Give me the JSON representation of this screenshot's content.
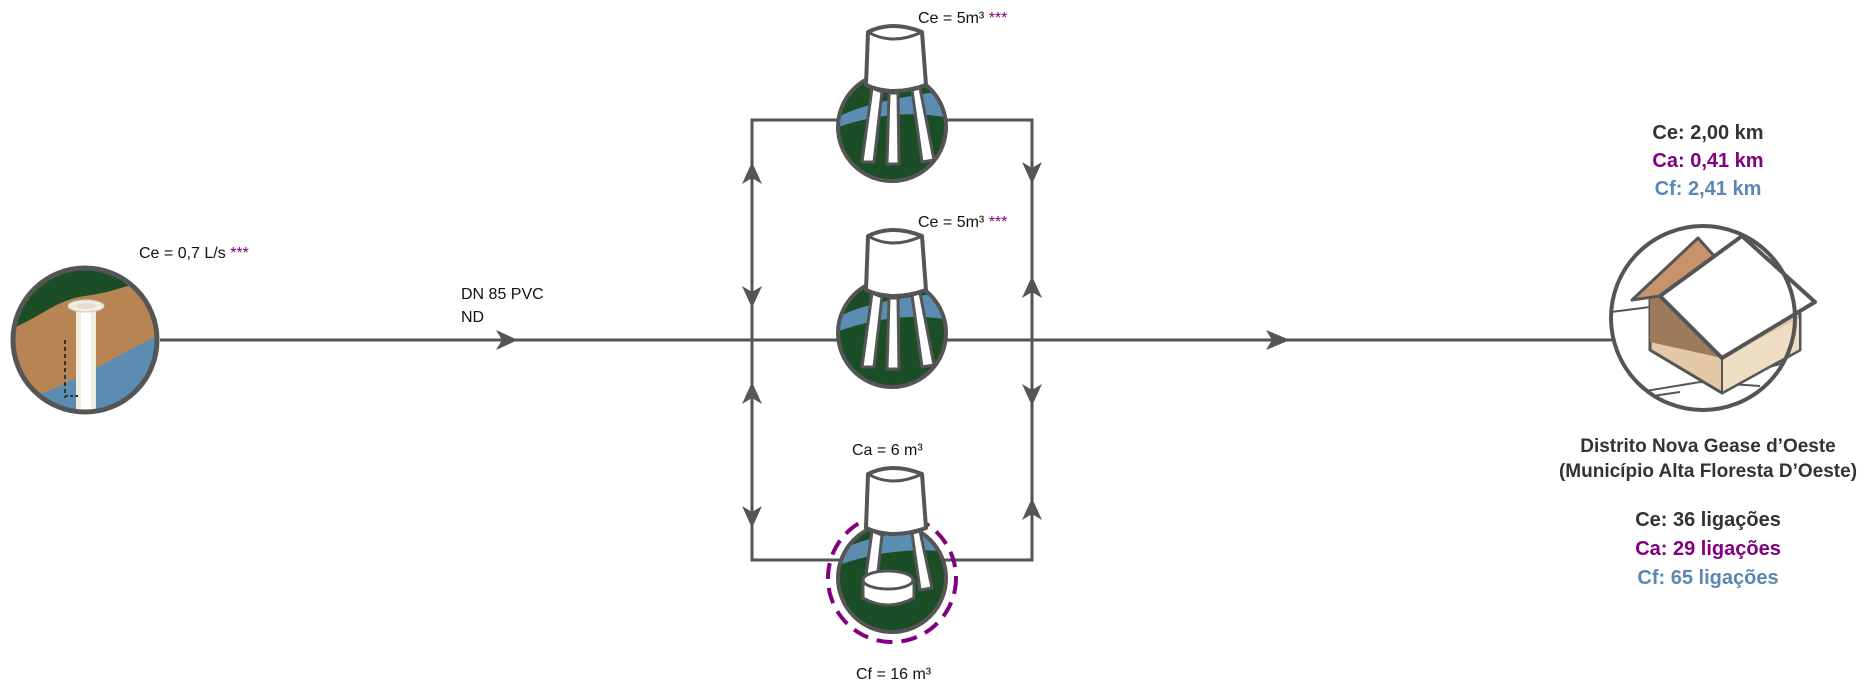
{
  "colors": {
    "line": "#555555",
    "dark_text": "#333333",
    "ca_purple": "#800080",
    "cf_blue": "#5b87b0",
    "green": "#1b4d26",
    "blue": "#5b8db3",
    "brown": "#b98454",
    "house_fill": "#e3c9a8"
  },
  "source": {
    "flow_label": "Ce = 0,7 L/s",
    "flow_stars": "***",
    "icon": "well-icon"
  },
  "pipe": {
    "line1": "DN 85 PVC",
    "line2": "ND"
  },
  "reservoirs": {
    "top": {
      "label": "Ce = 5m³",
      "stars": "***",
      "icon": "water-tower-icon"
    },
    "middle": {
      "label": "Ce = 5m³",
      "stars": "***",
      "icon": "water-tower-icon"
    },
    "bottom": {
      "label_ca": "Ca = 6 m³",
      "label_cf": "Cf = 16 m³",
      "icon": "water-tower-with-tank-icon"
    }
  },
  "destination": {
    "icon": "house-icon",
    "length_ce": "Ce: 2,00 km",
    "length_ca": "Ca: 0,41 km",
    "length_cf": "Cf: 2,41 km",
    "name_line1": "Distrito Nova Gease d’Oeste",
    "name_line2": "(Município Alta Floresta D’Oeste)",
    "conn_ce": "Ce: 36 ligações",
    "conn_ca": "Ca: 29 ligações",
    "conn_cf": "Cf: 65 ligações"
  }
}
